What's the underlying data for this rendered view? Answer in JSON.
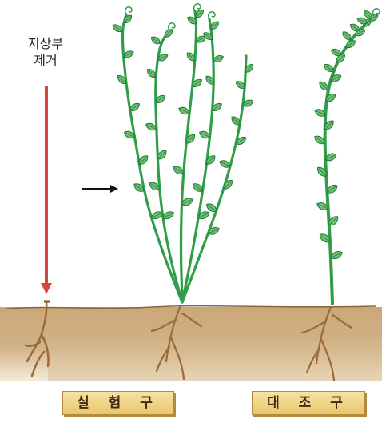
{
  "annotation": {
    "line1": "지상부",
    "line2": "제거"
  },
  "groups": {
    "experimental": "실 험 구",
    "control": "대 조 구"
  },
  "colors": {
    "soil": "#c9a777",
    "soil_dark": "#b8915c",
    "stem": "#2f9e48",
    "leaf": "#6fbf73",
    "leaf_edge": "#1f7a36",
    "root": "#9a6a3a",
    "red_arrow": "#d9473b",
    "label_bg": "#f3d98a",
    "label_border": "#b48a3f"
  }
}
